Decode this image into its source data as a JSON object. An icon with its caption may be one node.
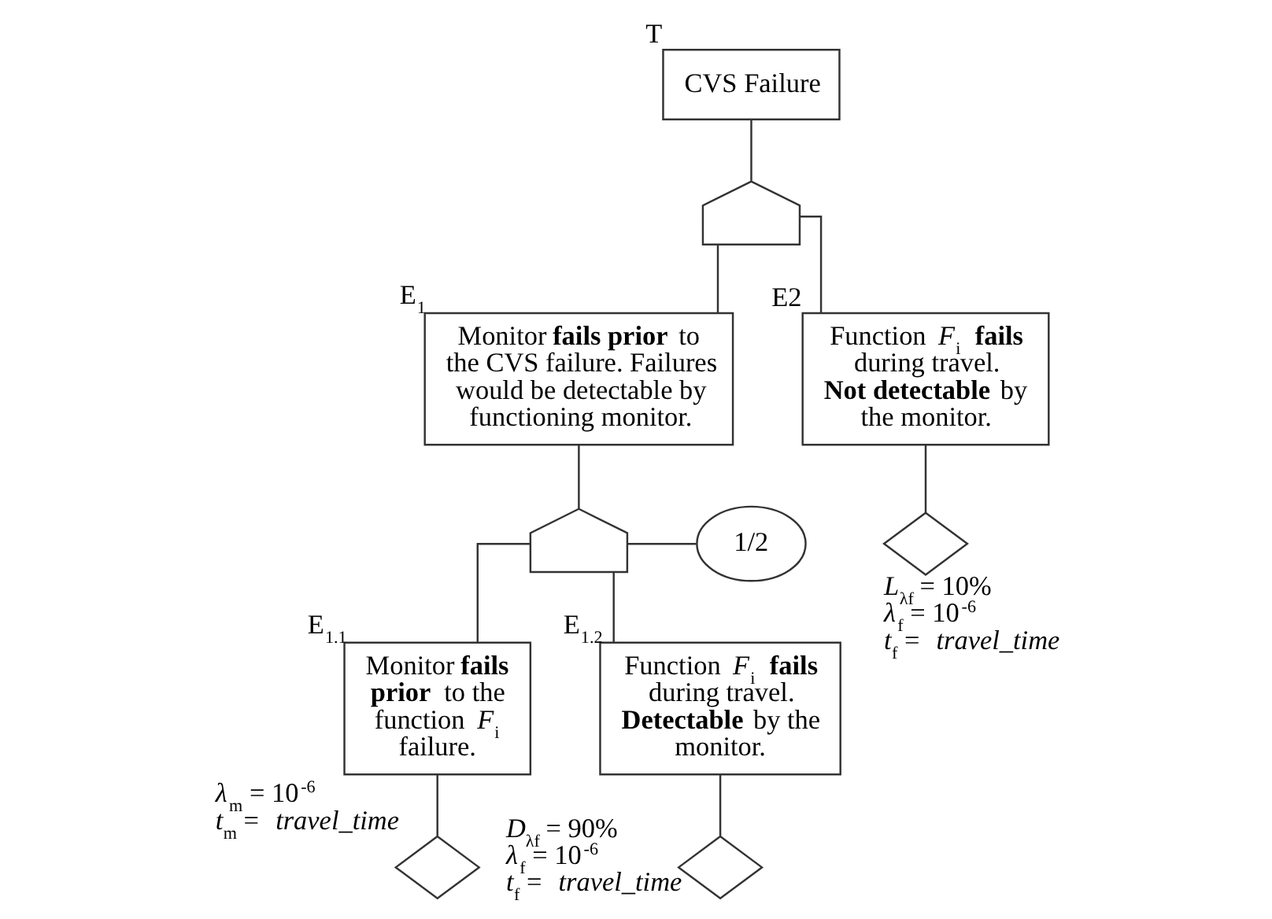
{
  "diagram": {
    "nodes": [
      {
        "text": [
          "CVS Failure"
        ],
        "beside": [
          "T"
        ]
      },
      {
        "text": [],
        "shape": "gate"
      },
      {
        "text": [
          "Monitor **fails prior** to the CVS failure. Failures would be detectable by functioning monitor."
        ],
        "beside": [
          "E$_{1}$"
        ]
      },
      {
        "text": [],
        "shape": "gate"
      },
      {
        "text": [
          "1/2"
        ]
      },
      {
        "text": [
          "Monitor **fails prior** to the function *F*$_{i}$ failure."
        ],
        "beside": [
          "E$_{1.1}$"
        ]
      },
      {
        "text": [
          "Function *F*$_{i}$ **fails** during travel. **Detectable** by the monitor."
        ],
        "beside": [
          "E$_{1.2}$"
        ]
      },
      {
        "text": [
          "Function *F*$_{i}$ **fails** during travel. **Not detectable** by the monitor."
        ],
        "beside": [
          "E2"
        ]
      },
      {
        "text": [],
        "shape": "diamond",
        "beside": [
          "*λ*$_{m}$ = 10$^{-6}$",
          "*t*$_{m}$ = *travel_time*"
        ]
      },
      {
        "text": [],
        "shape": "diamond",
        "beside": [
          "*D*$_{λf}$ = 90%",
          "*λ*$_{f}$ = 10$^{-6}$",
          "*t*$_{f}$ = *travel_time*"
        ]
      },
      {
        "text": [],
        "shape": "diamond",
        "beside": [
          "*L*$_{λf}$ = 10%",
          "*λ*$_{f}$ = 10$^{-6}$",
          "*t*$_{f}$ = *travel_time*"
        ]
      }
    ],
    "edges": [
      {
        "from": 0,
        "to": 1,
        "arrow": "none"
      },
      {
        "from": 1,
        "to": 2,
        "arrow": "none"
      },
      {
        "from": 1,
        "to": 7,
        "arrow": "none"
      },
      {
        "from": 2,
        "to": 3,
        "arrow": "none"
      },
      {
        "from": 3,
        "to": 4,
        "arrow": "none"
      },
      {
        "from": 3,
        "to": 5,
        "arrow": "none"
      },
      {
        "from": 3,
        "to": 6,
        "arrow": "none"
      },
      {
        "from": 5,
        "to": 8,
        "arrow": "none"
      },
      {
        "from": 6,
        "to": 9,
        "arrow": "none"
      },
      {
        "from": 7,
        "to": 10,
        "arrow": "none"
      }
    ]
  }
}
